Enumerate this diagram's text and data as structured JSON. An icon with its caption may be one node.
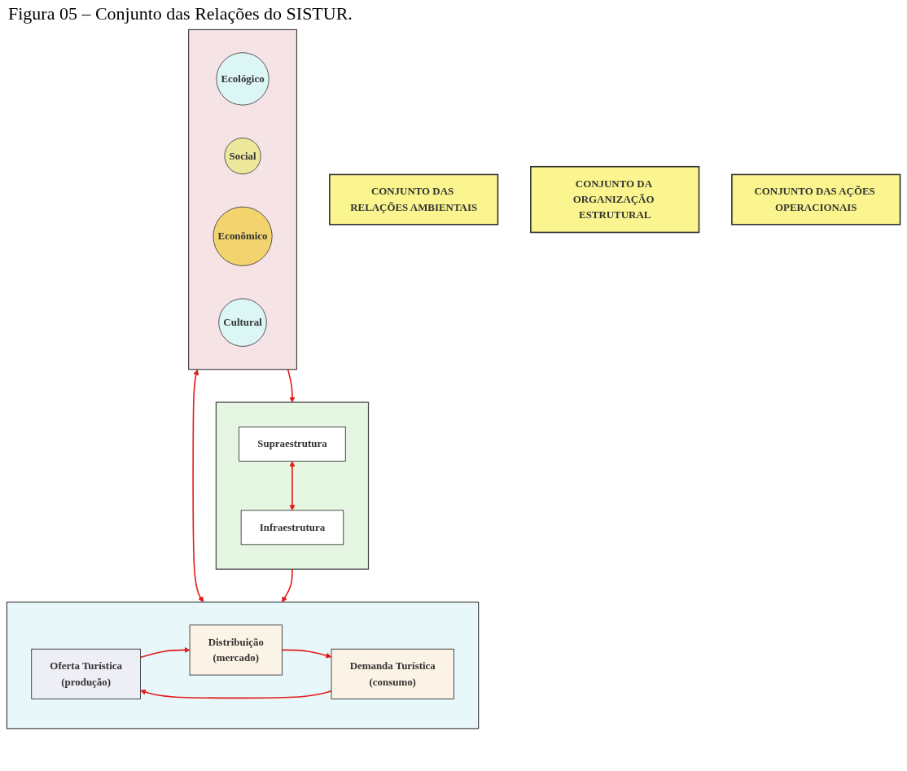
{
  "diagram": {
    "title": "Figura 05 – Conjunto das Relações do SISTUR.",
    "nodes": [
      {
        "text": [
          "CONJUNTO DAS RELAÇÕES AMBIENTAIS"
        ]
      },
      {
        "text": [],
        "shape": "box"
      },
      {
        "text": [
          "Ecológico"
        ],
        "in": 1
      },
      {
        "text": [
          "Social"
        ],
        "in": 1
      },
      {
        "text": [
          "Econômico"
        ],
        "in": 1
      },
      {
        "text": [
          "Cultural"
        ],
        "in": 1
      },
      {
        "text": [
          "CONJUNTO DA ORGANIZAÇÃO ESTRUTURAL"
        ]
      },
      {
        "text": [],
        "shape": "box"
      },
      {
        "text": [
          "Supraestrutura"
        ],
        "in": 7
      },
      {
        "text": [
          "Infraestrutura"
        ],
        "in": 7
      },
      {
        "text": [
          "CONJUNTO DAS AÇÕES OPERACIONAIS"
        ]
      },
      {
        "text": [],
        "shape": "box"
      },
      {
        "text": [
          "Oferta Turística",
          "(produção)"
        ],
        "in": 11
      },
      {
        "text": [
          "Demanda Turística",
          "(consumo)"
        ],
        "in": 11
      },
      {
        "text": [
          "Distribuição",
          "(mercado)"
        ],
        "in": 11
      }
    ],
    "edges": [
      {
        "from": 1,
        "to": 7,
        "arrow": "to"
      },
      {
        "from": 8,
        "to": 9,
        "arrow": "both"
      },
      {
        "from": 1,
        "to": 11,
        "arrow": "both"
      },
      {
        "from": 7,
        "to": 11,
        "arrow": "to"
      },
      {
        "from": 13,
        "to": 12,
        "arrow": "to"
      },
      {
        "from": 12,
        "to": 14,
        "arrow": "to"
      },
      {
        "from": 14,
        "to": 13,
        "arrow": "to"
      }
    ]
  }
}
